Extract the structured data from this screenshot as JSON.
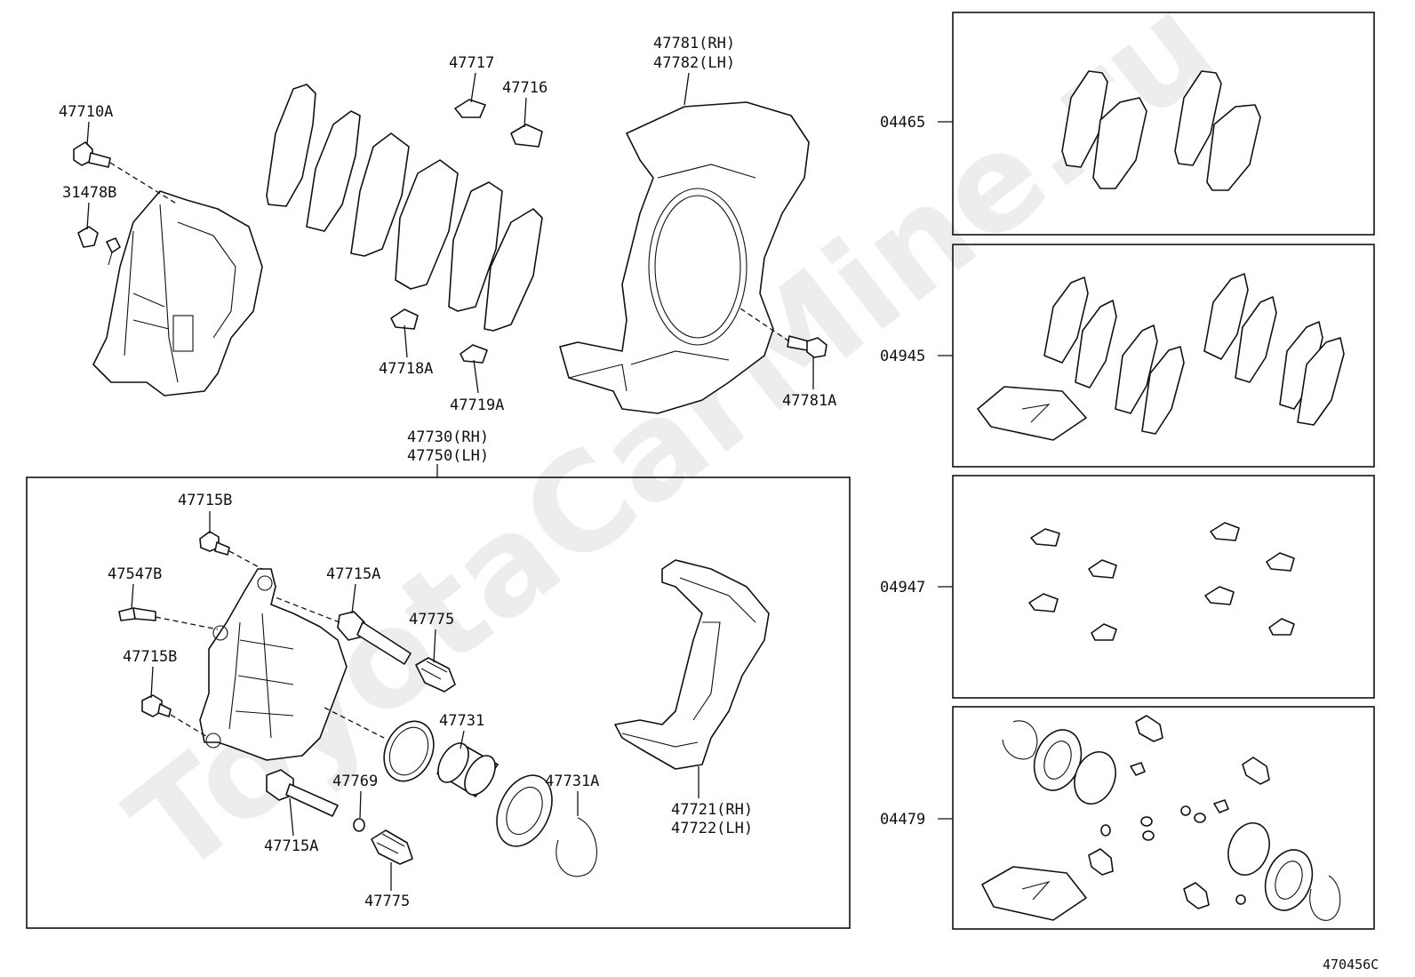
{
  "watermark": "ToyotaCarMine.ru",
  "figure_id": "470456C",
  "labels": {
    "p47710A": "47710A",
    "p31478B": "31478B",
    "p47717": "47717",
    "p47716": "47716",
    "p47781_rh": "47781(RH)",
    "p47782_lh": "47782(LH)",
    "p47718A": "47718A",
    "p47719A": "47719A",
    "p47781A": "47781A",
    "p47730_rh": "47730(RH)",
    "p47750_lh": "47750(LH)",
    "p47715B_top": "47715B",
    "p47547B": "47547B",
    "p47715A_top": "47715A",
    "p47775_top": "47775",
    "p47715B_mid": "47715B",
    "p47731": "47731",
    "p47769": "47769",
    "p47731A": "47731A",
    "p47715A_bot": "47715A",
    "p47775_bot": "47775",
    "p47721_rh": "47721(RH)",
    "p47722_lh": "47722(LH)",
    "k04465": "04465",
    "k04945": "04945",
    "k04947": "04947",
    "k04479": "04479"
  }
}
